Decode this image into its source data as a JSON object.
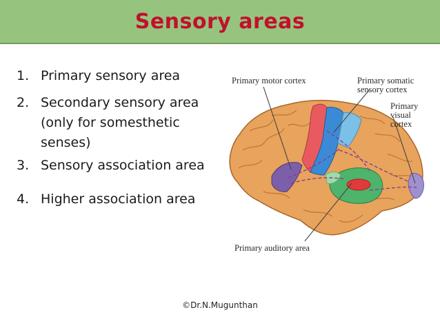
{
  "slide": {
    "title": "Sensory areas",
    "footer": "©Dr.N.Mugunthan"
  },
  "list": [
    {
      "number": "1.",
      "lines": [
        "Primary sensory area"
      ]
    },
    {
      "number": "2.",
      "lines": [
        "Secondary sensory area",
        "(only for somesthetic",
        "senses)"
      ]
    },
    {
      "number": "3.",
      "lines": [
        "Sensory association area"
      ]
    },
    {
      "number": "4.",
      "lines": [
        "Higher association area"
      ]
    }
  ],
  "diagram": {
    "labels": {
      "motor": "Primary motor cortex",
      "somatic_1": "Primary somatic",
      "somatic_2": "sensory cortex",
      "visual_1": "Primary",
      "visual_2": "visual",
      "visual_3": "cortex",
      "auditory": "Primary auditory area"
    },
    "colors": {
      "brain_base": "#e8a35c",
      "motor_cortex": "#e85a60",
      "somatic_sensory": "#3b8ad6",
      "somatic_light": "#7cc0e8",
      "auditory_green": "#4eb36b",
      "auditory_red": "#e23a3a",
      "purple": "#7b5fa8",
      "visual_lilac": "#9f90cf"
    }
  }
}
